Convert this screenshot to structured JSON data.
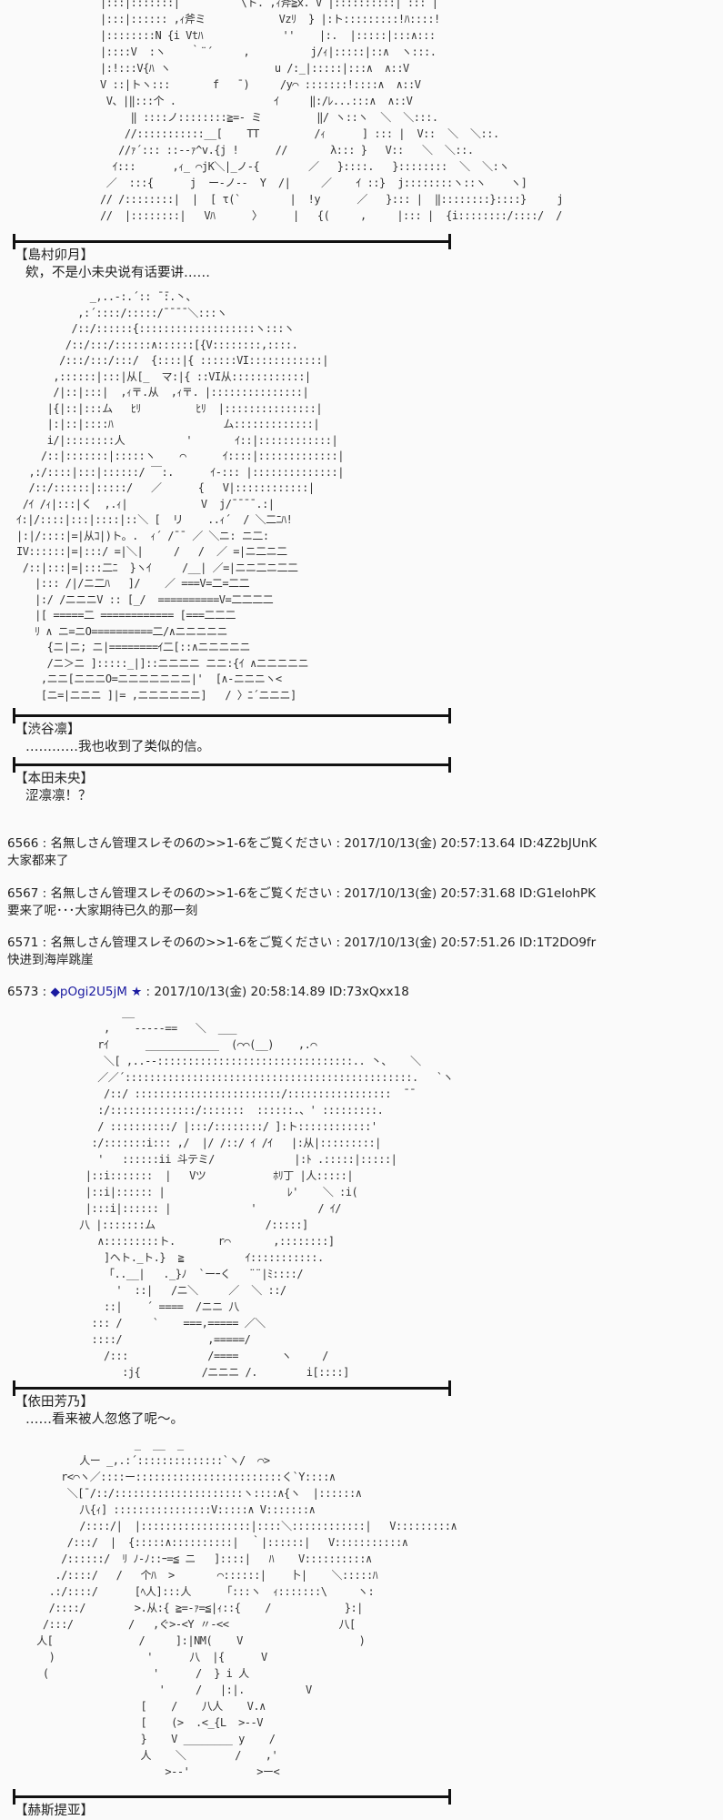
{
  "art1": [
    "|:::|:::::::|          \\ト. ,ｨ斧≧x. V |::::::::::| ::: |",
    "|:::|:::::: ,ｨ斧ミ            Vzﾘ  } |:ト:::::::::!ﾊ::::!",
    "|::::::::N {i Vtﾊ             ''    |:.  |:::::|:::∧:::",
    "|::::V  :ヽ    ｀¨´     ,          j/ｨ|:::::|::∧  ヽ:::.",
    "|:!:::V{ﾊ ヽ                 u /:_|:::::|:::∧  ∧::V",
    "V ::|トヽ:::       f   ¯)     /y⌒ :::::::!::::∧  ∧::V",
    " V、|‖:::个 .                ｲ     ‖:/ﾚ...:::∧  ∧::V",
    "     ‖ ::::ノ::::::::≧=- ミ         ‖/ ヽ::ヽ  ＼  ＼:::.",
    "    //:::::::::::__[    TT         /ｨ      ] ::: |  V::  ＼  ＼::.",
    "   //ｧ´::: ::--ｧ^v.{j !      //       λ::: }   V::   ＼  ＼::.",
    "  ｲ:::      ,ｨ_ ⌒jK＼|_ノ-{        ／   }::::.   }::::::::  ＼  ＼:ヽ",
    " ／  :::{      j  ー-ノ--  Y  /|     ／    ｲ ::}  j::::::::ヽ::ヽ    ヽ]",
    "// /::::::::|  |  [ τ(`        |  !y      ／   }::: |  ‖::::::::}::::}     j",
    "//  |::::::::|   Vﾊ      〉     |   {(     ,     |::: |  {i::::::::/::::/  /"
  ],
  "posts": [
    {
      "speaker": "【島村卯月】",
      "line": "欸，不是小未央说有话要讲……"
    },
    {
      "speaker": "【渋谷凛】",
      "line": "…………我也收到了类似的信。"
    },
    {
      "speaker": "【本田未央】",
      "line": "涩凛凛！？"
    },
    {
      "speaker": "【依田芳乃】",
      "line": "……看来被人忽悠了呢～。"
    },
    {
      "speaker": "【赫斯提亚】"
    }
  ],
  "art2": [
    "            _,..-:.´:: ̄ ̄:.丶、",
    "          ,:´::::/:::::/¯¯¯¯＼:::ヽ",
    "         /::/::::::{:::::::::::::::::::ヽ:::ヽ",
    "        /::/:::/::::::∧::::::[{V::::::::,::::.",
    "       /:::/:::/:::/  {::::|{ ::::::VI::::::::::::|",
    "      ,::::::|:::|从[_  マ:|{ ::VI从::::::::::::|",
    "      /|::|:::|  ,ｨ〒.从  ,ｨ〒. |:::::::::::::::|",
    "     |{|::|:::ム   ﾋﾘ         ﾋﾘ  |:::::::::::::::|",
    "     |:|::|::::ﾊ                  ム:::::::::::::|",
    "     i/|::::::::人          '       ｲ::|::::::::::::|",
    "    /::|:::::::|:::::ヽ    ⌒      ｲ::::|:::::::::::::|",
    "  ,:/::::|:::|::::::/ ￣:.      ｲ-::: |::::::::::::::|",
    "  /::/::::::|:::::/   ／      {   V|::::::::::::|",
    " /ｲ /ｨ|:::|く  ,.ｨ|            V  j/¯¯¯¯.:|",
    "ｲ:|/::::|:::|::::|::＼ [  リ    ..ｨ´  / ＼二ﾆﾊ!",
    "|:|/::::|=|从ｺ|)ト。.  ｨ´ /¯¯ ／ ＼ニ: ニ二:",
    "IV::::::|=|:::/ =|＼|     /   /  ／ =|ニ二ニ二",
    " /::|:::|=|:::二ﾆ  }ヽｲ     /__| ／=|ニニ二ニ二二",
    "   |::: /|/ニ二ﾊ   ]/    ／ ===V=二=二二",
    "   |:/ /ニニニV :: [_/  ==========V=二二二二",
    "   |[ =====二 ============ [===二二二",
    "   ﾘ ∧ ニ=ニO==========二/∧ニニニニニ",
    "     {ニ|ニ; ニ|========ｲ二[::∧ニニニニニ",
    "     /ニ＞ニ ]:::::_|]::ニニニニ ニニ:{ｲ ∧ニニニニニ",
    "    ,ニニ[ニニニO=ニニニニニニニ|'  [∧-ニニニヽ<",
    "    [ニ=|ニニニ ]|= ,ニニニニニニ]   / 〉ﾆ´ニニニ]"
  ],
  "comments": [
    {
      "no": "6566",
      "name": "名無しさん管理スレその6の>>1-6をご覧ください",
      "date": "2017/10/13(金) 20:57:13.64",
      "id": "ID:4Z2bJUnK",
      "body": "大家都来了"
    },
    {
      "no": "6567",
      "name": "名無しさん管理スレその6の>>1-6をご覧ください",
      "date": "2017/10/13(金) 20:57:31.68",
      "id": "ID:G1eIohPK",
      "body": "要来了呢･･･大家期待已久的那一刻"
    },
    {
      "no": "6571",
      "name": "名無しさん管理スレその6の>>1-6をご覧ください",
      "date": "2017/10/13(金) 20:57:51.26",
      "id": "ID:1T2DO9fr",
      "body": "快进到海岸跳崖"
    }
  ],
  "author_post": {
    "no": "6573",
    "trip": "◆pOgi2U5jM",
    "star": "★",
    "date": "2017/10/13(金) 20:58:14.89",
    "id": "ID:73xQxx18"
  },
  "art3": [
    "              __",
    "           ,    -----==   ＼  ___",
    "          rｲ      ____________  (⌒⌒(__)    ,.⌒",
    "           ＼[ ,..-‐::::::::::::::::::::::::::::::::.. 丶、   ＼",
    "          ／／´:::::::::::::::::::::::::::::::::::::::::::::::.   `ヽ",
    "           /::/ ::::::::::::::::::::::::/:::::::::::::::::  ¯¯",
    "          :/::::::::::::::/:::::::  ::::::.、' :::::::::.",
    "          / ::::::::::/ |:::/::::::::/ ]:ト::::::::::::'",
    "         :/:::::::i::: ,/  |/ /::/ ｲ /ｲ   |:从|:::::::::|",
    "          '   ::::::ii 斗テミ/             |:ﾄ .:::::|:::::|",
    "        |::i:::::::  |   Vツ           ﾎﾘ丁 |人:::::|",
    "        |::i|:::::: |                    ﾚ'    ＼ :i(",
    "        |:::i|:::::: |             '          / ｲ/",
    "       八 |:::::::ム                  /:::::]",
    "          ∧:::::::::ト.       r⌒       ,::::::::]",
    "           ]ヘト._ト.}  ≧          ｲ:::::::::::.",
    "           「..__|   ._}ﾉ  `ーｰく   ¨¨|ﾐ::::/",
    "             '  ::|   /ニ＼     ／  ＼ ::/",
    "           ::|    ´ ====  /ニニ 八",
    "         ::: /     `    ===,===== ／＼",
    "         ::::/              ,=====/",
    "           /:::             /====       ヽ     /",
    "              :j{          /ニニニ /.        i[::::]"
  ],
  "art4": [
    "                   _  __  _",
    "          人ー _,.:´::::::::::::::`ヽ/  ⌒>",
    "       r<⌒ヽ／::::ー::::::::::::::::::::::::く`Y::::∧",
    "        ＼[¯/::/:::::::::::::::::::::ヽ::::∧{ヽ  |::::::∧",
    "          八{ｨ] ::::::::::::::::V:::::∧ V:::::::∧",
    "          /::::/|  |::::::::::::::::::|::::＼::::::::::::|   V:::::::::∧",
    "        /:::/  |  {:::::∧::::::::::|  ｀|::::::|   V:::::::::::∧",
    "       /::::::/  ﾘ ﾉ-ﾉ::ｰ=≦ ニ   ]::::|   ﾊ    V::::::::::∧",
    "      ./::::/   /   个ﾊ  >       ⌒::::::|    卜|    ＼:::::ﾊ",
    "     .:/::::/      [ﾍ人]:::人     「:::ヽ  ｨ:::::::\\     ヽ:",
    "     /::::/        >.从:{ ≧=-ｧ=≦|ｨ::{    /            }:|",
    "    /:::/         /   ,ぐ>-<Y 〃-<<                  八[",
    "   人[              /     ]:|NM(    V                   )",
    "     )               '      八  |{      V",
    "    (                 '      /  } i 人",
    "                       '     /   |:|.          V",
    "                    [    /    八人    V.∧",
    "                    [    (>  .<_{L  >--V",
    "                    }    V ________ y    /",
    "                    人    ＼        /    ,'",
    "                        >--'           >ー<"
  ]
}
